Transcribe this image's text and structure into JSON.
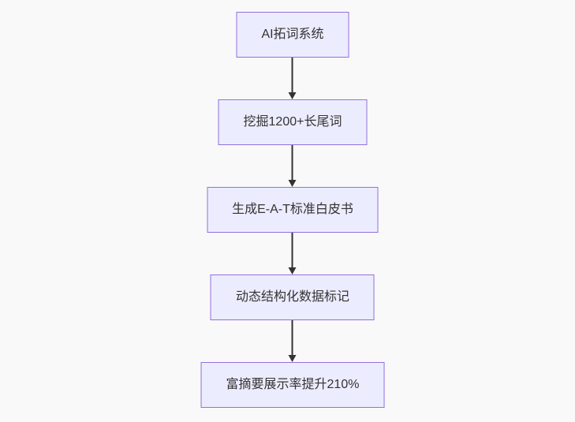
{
  "flow": {
    "type": "flowchart-vertical",
    "nodes": [
      {
        "id": "n1",
        "label": "AI拓词系统"
      },
      {
        "id": "n2",
        "label": "挖掘1200+长尾词"
      },
      {
        "id": "n3",
        "label": "生成E-A-T标准白皮书"
      },
      {
        "id": "n4",
        "label": "动态结构化数据标记"
      },
      {
        "id": "n5",
        "label": "富摘要展示率提升210%"
      }
    ],
    "edges": [
      {
        "from": "n1",
        "to": "n2",
        "style": "arrow-down"
      },
      {
        "from": "n2",
        "to": "n3",
        "style": "arrow-down"
      },
      {
        "from": "n3",
        "to": "n4",
        "style": "arrow-down"
      },
      {
        "from": "n4",
        "to": "n5",
        "style": "arrow-down"
      }
    ],
    "colors": {
      "node_fill": "#ECECFF",
      "node_border": "#9370DB",
      "node_text": "#333333",
      "arrow": "#333333",
      "background": "#F9F9F9"
    }
  }
}
